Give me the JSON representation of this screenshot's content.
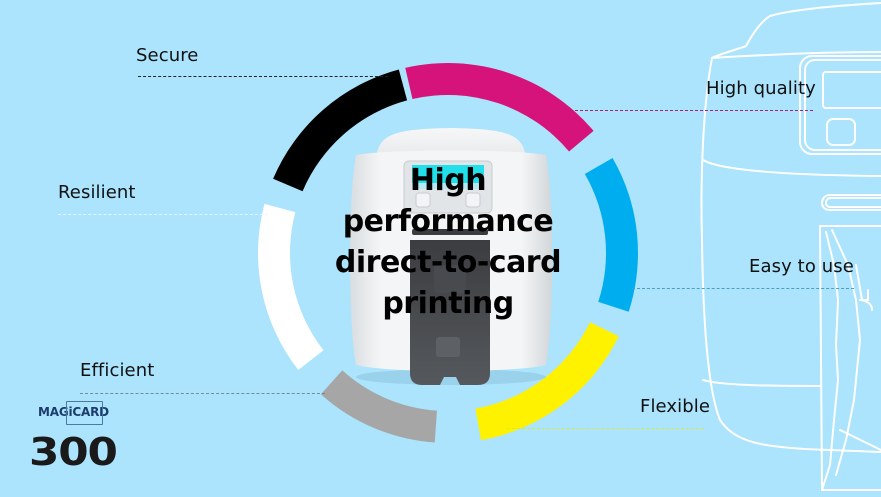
{
  "slide": {
    "background_color": "#abe4fc",
    "headline": {
      "line1": "High",
      "line2": "performance",
      "line3": "direct-to-card",
      "line4": "printing"
    },
    "features": [
      {
        "label": "Secure",
        "color": "#000000"
      },
      {
        "label": "High quality",
        "color": "#d6137a"
      },
      {
        "label": "Resilient",
        "color": "#ffffff"
      },
      {
        "label": "Easy to use",
        "color": "#00aeef"
      },
      {
        "label": "Efficient",
        "color": "#a6a6a6"
      },
      {
        "label": "Flexible",
        "color": "#fff200"
      }
    ],
    "logo": {
      "brand": "MAGiCARD",
      "model": "300"
    },
    "icons": {
      "product": "card-printer-image",
      "outline": "printer-outline-drawing",
      "ring": "cmyk-ring"
    }
  }
}
